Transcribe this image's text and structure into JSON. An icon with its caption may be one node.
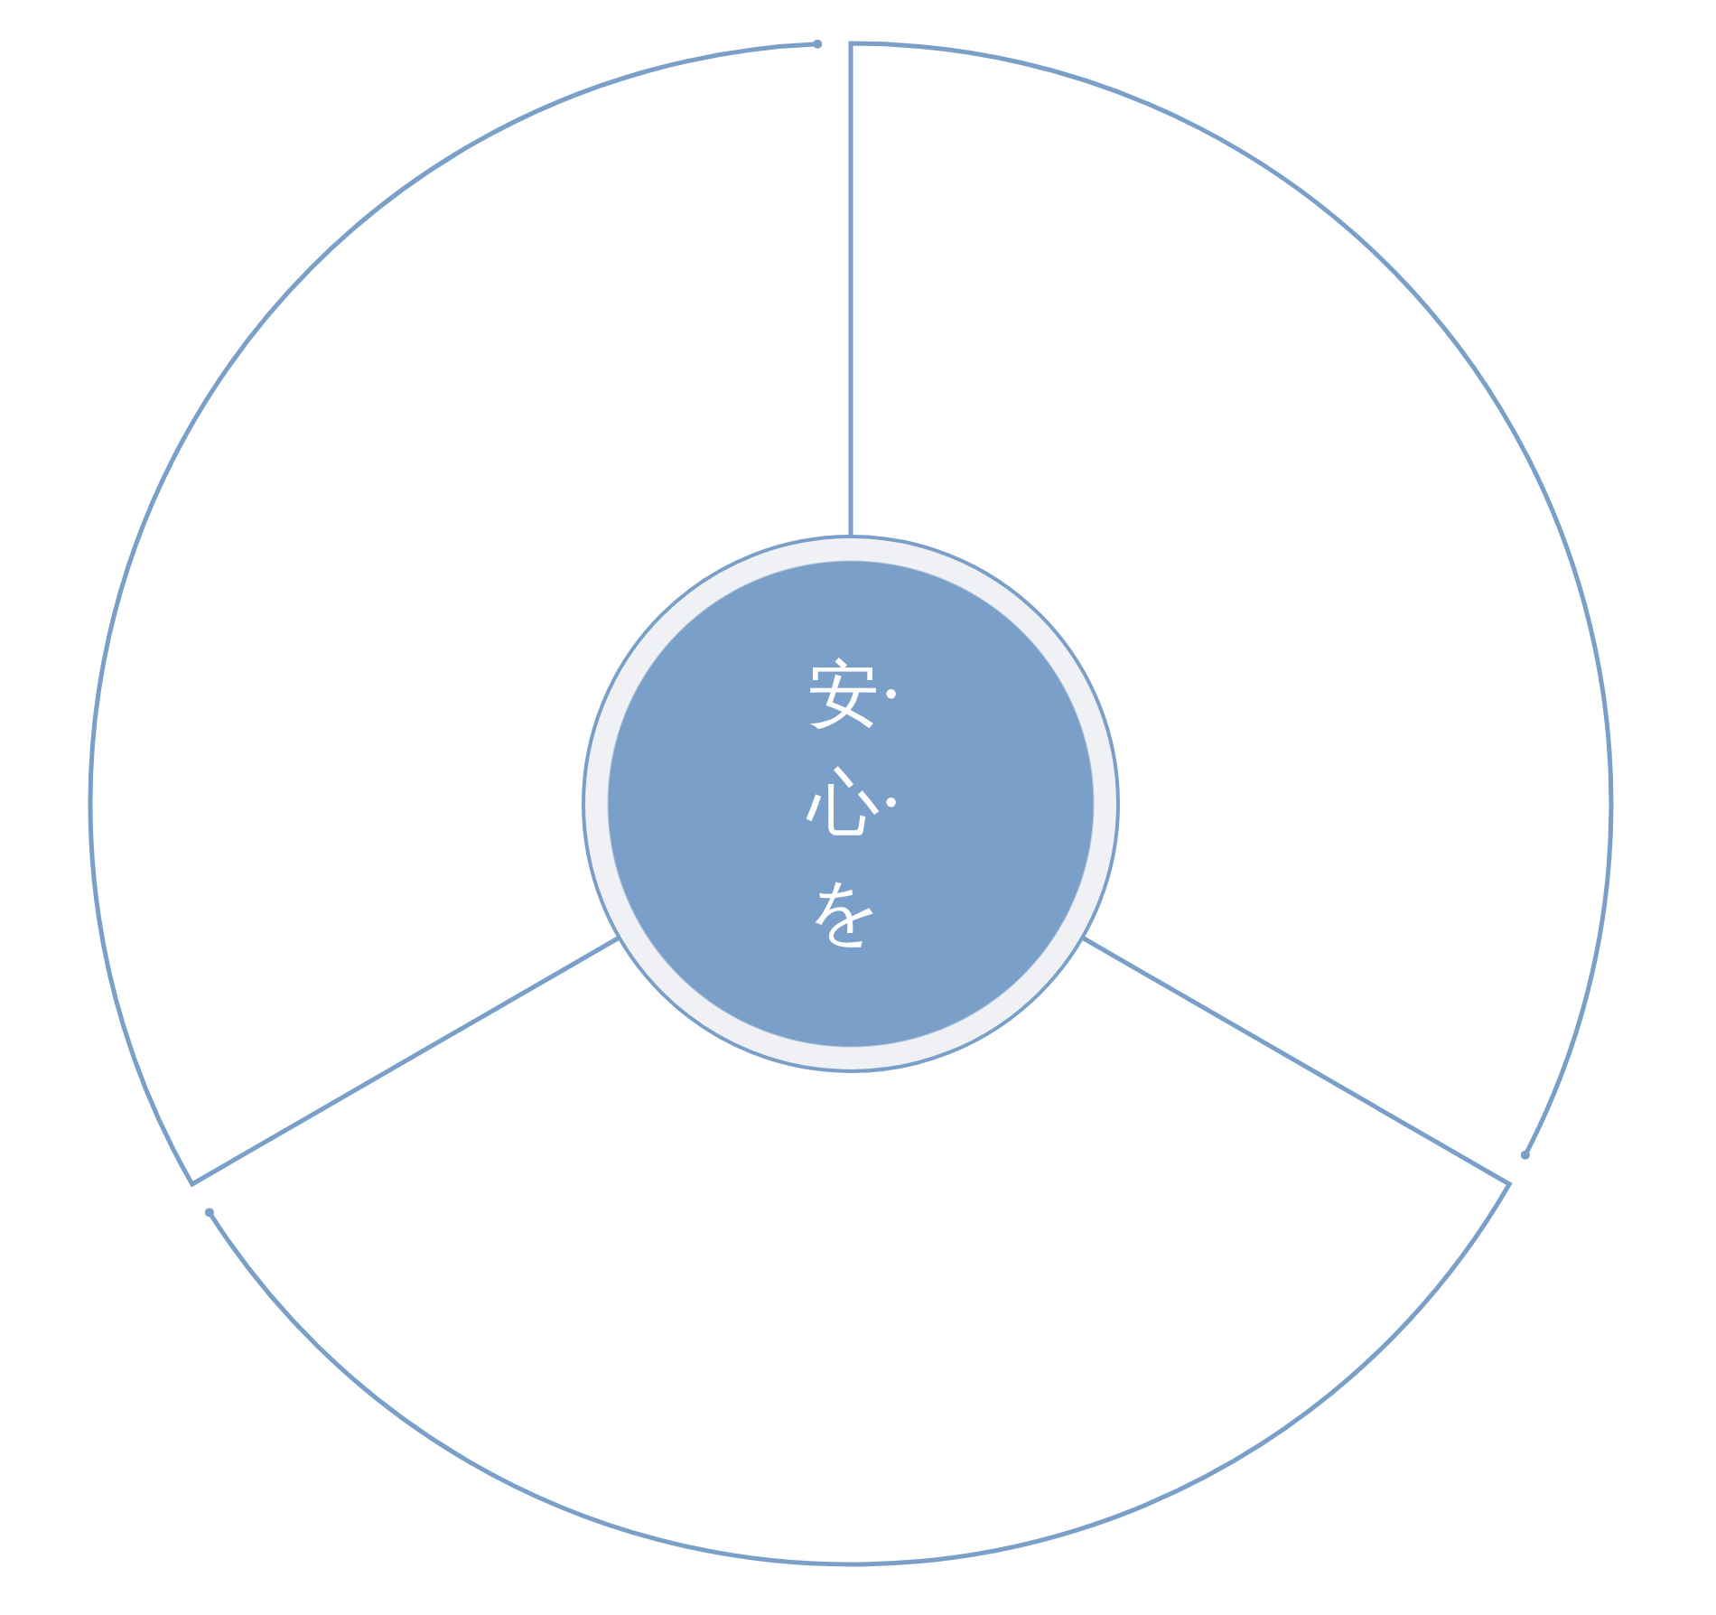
{
  "diagram": {
    "nodes": [
      {
        "text": [
          "安·心·を"
        ]
      },
      {
        "text": [],
        "shape": "sector"
      },
      {
        "text": [],
        "shape": "sector"
      },
      {
        "text": [],
        "shape": "sector"
      }
    ]
  }
}
